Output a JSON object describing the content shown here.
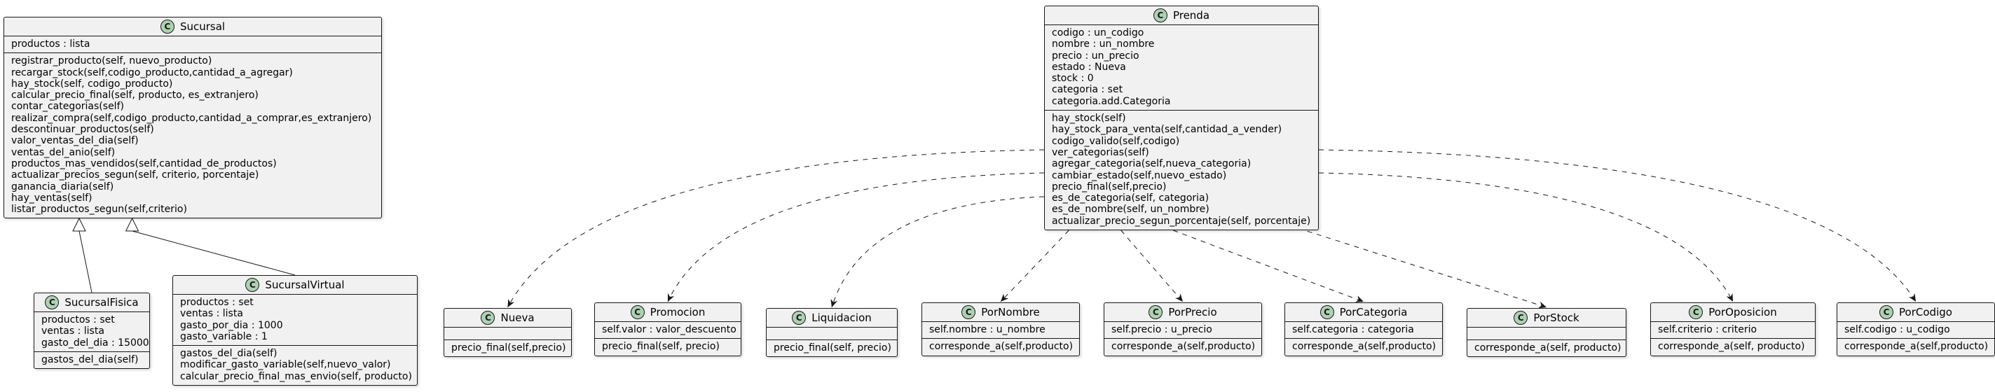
{
  "badge_letter": "C",
  "colors": {
    "badge": "#add1b2",
    "box": "#f1f1f1",
    "line": "#181818"
  },
  "classes": {
    "sucursal": {
      "name": "Sucursal",
      "attributes": [
        "productos : lista"
      ],
      "methods": [
        "registrar_producto(self, nuevo_producto)",
        "recargar_stock(self,codigo_producto,cantidad_a_agregar)",
        "hay_stock(self, codigo_producto)",
        "calcular_precio_final(self, producto, es_extranjero)",
        "contar_categorias(self)",
        "realizar_compra(self,codigo_producto,cantidad_a_comprar,es_extranjero)",
        "descontinuar_productos(self)",
        "valor_ventas_del_dia(self)",
        "ventas_del_anio(self)",
        "productos_mas_vendidos(self,cantidad_de_productos)",
        "actualizar_precios_segun(self, criterio, porcentaje)",
        "ganancia_diaria(self)",
        "hay_ventas(self)",
        "listar_productos_segun(self,criterio)"
      ]
    },
    "sucursal_fisica": {
      "name": "SucursalFisica",
      "attributes": [
        "productos : set",
        "ventas : lista",
        "gasto_del_dia : 15000"
      ],
      "methods": [
        "gastos_del_dia(self)"
      ]
    },
    "sucursal_virtual": {
      "name": "SucursalVirtual",
      "attributes": [
        "productos : set",
        "ventas : lista",
        "gasto_por_dia : 1000",
        "gasto_variable : 1"
      ],
      "methods": [
        "gastos_del_dia(self)",
        "modificar_gasto_variable(self,nuevo_valor)",
        "calcular_precio_final_mas_envio(self, producto)"
      ]
    },
    "prenda": {
      "name": "Prenda",
      "attributes": [
        "codigo : un_codigo",
        "nombre : un_nombre",
        "precio : un_precio",
        "estado : Nueva",
        "stock : 0",
        "categoria : set",
        "categoria.add.Categoria"
      ],
      "methods": [
        "hay_stock(self)",
        "hay_stock_para_venta(self,cantidad_a_vender)",
        "codigo_valido(self,codigo)",
        "ver_categorias(self)",
        "agregar_categoria(self,nueva_categoria)",
        "cambiar_estado(self,nuevo_estado)",
        "precio_final(self,precio)",
        "es_de_categoria(self, categoria)",
        "es_de_nombre(self, un_nombre)",
        "actualizar_precio_segun_porcentaje(self, porcentaje)"
      ]
    },
    "nueva": {
      "name": "Nueva",
      "attributes": [],
      "methods": [
        "precio_final(self,precio)"
      ]
    },
    "promocion": {
      "name": "Promocion",
      "attributes": [
        "self.valor : valor_descuento"
      ],
      "methods": [
        "precio_final(self, precio)"
      ]
    },
    "liquidacion": {
      "name": "Liquidacion",
      "attributes": [],
      "methods": [
        "precio_final(self, precio)"
      ]
    },
    "por_nombre": {
      "name": "PorNombre",
      "attributes": [
        "self.nombre : u_nombre"
      ],
      "methods": [
        "corresponde_a(self,producto)"
      ]
    },
    "por_precio": {
      "name": "PorPrecio",
      "attributes": [
        "self.precio : u_precio"
      ],
      "methods": [
        "corresponde_a(self,producto)"
      ]
    },
    "por_categoria": {
      "name": "PorCategoria",
      "attributes": [
        "self.categoria : categoria"
      ],
      "methods": [
        "corresponde_a(self,producto)"
      ]
    },
    "por_stock": {
      "name": "PorStock",
      "attributes": [],
      "methods": [
        "corresponde_a(self, producto)"
      ]
    },
    "por_oposicion": {
      "name": "PorOposicion",
      "attributes": [
        "self.criterio : criterio"
      ],
      "methods": [
        "corresponde_a(self, producto)"
      ]
    },
    "por_codigo": {
      "name": "PorCodigo",
      "attributes": [
        "self.codigo : u_codigo"
      ],
      "methods": [
        "corresponde_a(self,producto)"
      ]
    }
  },
  "relations": [
    {
      "from": "sucursal_fisica",
      "to": "sucursal",
      "kind": "inheritance"
    },
    {
      "from": "sucursal_virtual",
      "to": "sucursal",
      "kind": "inheritance"
    },
    {
      "from": "prenda",
      "to": "nueva",
      "kind": "dependency"
    },
    {
      "from": "prenda",
      "to": "promocion",
      "kind": "dependency"
    },
    {
      "from": "prenda",
      "to": "liquidacion",
      "kind": "dependency"
    },
    {
      "from": "prenda",
      "to": "por_nombre",
      "kind": "dependency"
    },
    {
      "from": "prenda",
      "to": "por_precio",
      "kind": "dependency"
    },
    {
      "from": "prenda",
      "to": "por_categoria",
      "kind": "dependency"
    },
    {
      "from": "prenda",
      "to": "por_stock",
      "kind": "dependency"
    },
    {
      "from": "prenda",
      "to": "por_oposicion",
      "kind": "dependency"
    },
    {
      "from": "prenda",
      "to": "por_codigo",
      "kind": "dependency"
    }
  ]
}
